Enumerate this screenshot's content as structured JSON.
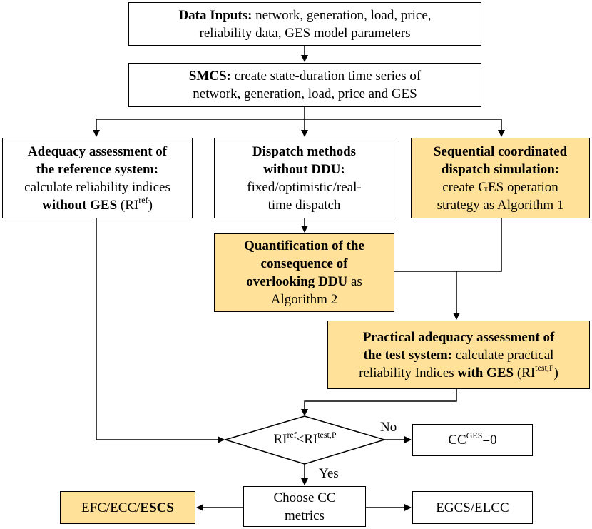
{
  "data_inputs": {
    "title": "Data Inputs:",
    "text1": " network, generation, load, price,",
    "line2": "reliability data, GES model parameters"
  },
  "smcs": {
    "title": "SMCS:",
    "text1": " create state-duration time series of",
    "line2": "network, generation, load, price and GES"
  },
  "adequacy_ref": {
    "line1": "Adequacy assessment of",
    "line2": "the reference system:",
    "line3": "calculate reliability indices",
    "bold4": "without GES",
    "text4": " (RI",
    "sup4": "ref",
    "end4": ")"
  },
  "dispatch_methods": {
    "line1": "Dispatch methods",
    "line2": "without DDU:",
    "line3": "fixed/optimistic/real-",
    "line4": "time dispatch"
  },
  "sequential": {
    "line1": "Sequential coordinated",
    "line2": "dispatch simulation:",
    "line3": "create GES operation",
    "line4": "strategy as Algorithm 1"
  },
  "quantification": {
    "line1": "Quantification of the",
    "line2": "consequence of",
    "bold3": "overlooking DDU",
    "text3": " as",
    "line4": "Algorithm 2"
  },
  "practical": {
    "line1": "Practical adequacy assessment of",
    "bold2": "the test system:",
    "text2": " calculate practical",
    "text3a": "reliability Indices ",
    "bold3": "with GES",
    "text3b": " (RI",
    "sup3": "test,P",
    "end3": ")"
  },
  "decision": {
    "ri1": "RI",
    "sup1": "ref",
    "op": "≤",
    "ri2": "RI",
    "sup2": "test,P"
  },
  "no_label": "No",
  "yes_label": "Yes",
  "cc_zero": {
    "cc": "CC",
    "sup": "GES",
    "rest": "=0"
  },
  "choose": {
    "line1": "Choose CC",
    "line2": "metrics"
  },
  "efc": {
    "text": "EFC/ECC/",
    "bold": "ESCS"
  },
  "egcs": {
    "text": "EGCS/ELCC"
  },
  "colors": {
    "highlight": "#ffe199",
    "stroke": "#000000"
  }
}
